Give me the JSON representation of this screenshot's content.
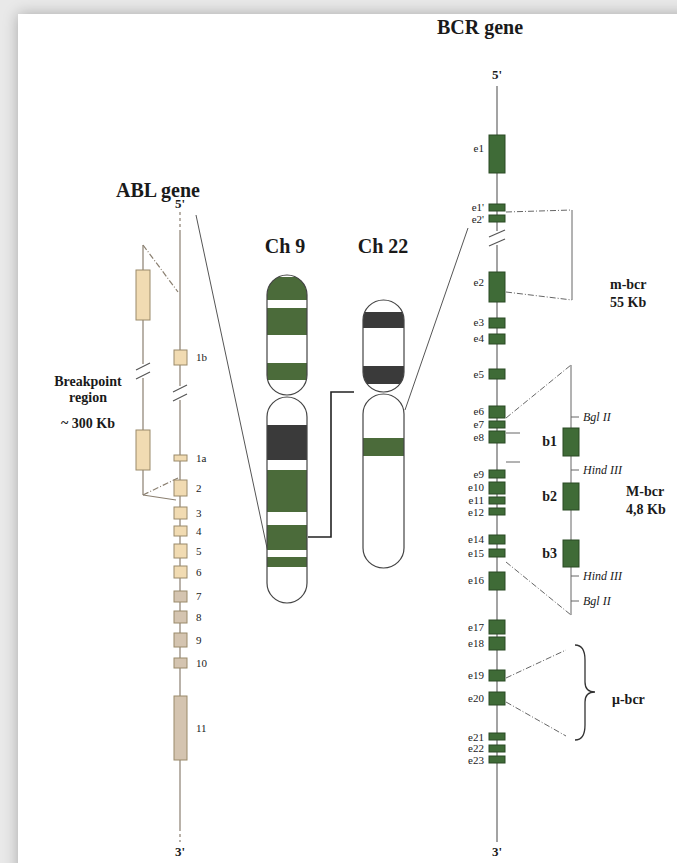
{
  "diagram": {
    "nodes": [
      {
        "text": [
          "Ch 9"
        ]
      },
      {
        "text": [
          "Ch 22"
        ]
      }
    ],
    "edges": [
      {
        "from": 0,
        "to": 1,
        "arrow": "none"
      }
    ],
    "labels": [
      "BCR gene",
      "ABL gene",
      "5'",
      "Breakpoint region",
      "~ 300 Kb",
      "1b",
      "1a",
      "2",
      "3",
      "4",
      "5",
      "6",
      "7",
      "8",
      "9",
      "10",
      "11",
      "3'",
      "5'",
      "e1",
      "e1'",
      "e2'",
      "e2",
      "e3",
      "e4",
      "e5",
      "e6",
      "e7",
      "e8",
      "e9",
      "e10",
      "e11",
      "e12",
      "e14",
      "e15",
      "e16",
      "e17",
      "e18",
      "e19",
      "e20",
      "e21",
      "e22",
      "e23",
      "m-bcr",
      "55 Kb",
      "b1",
      "b2",
      "b3",
      "Bgl II",
      "Hind III",
      "Hind III",
      "Bgl II",
      "M-bcr",
      "4,8 Kb",
      "μ-bcr",
      "3'"
    ]
  }
}
